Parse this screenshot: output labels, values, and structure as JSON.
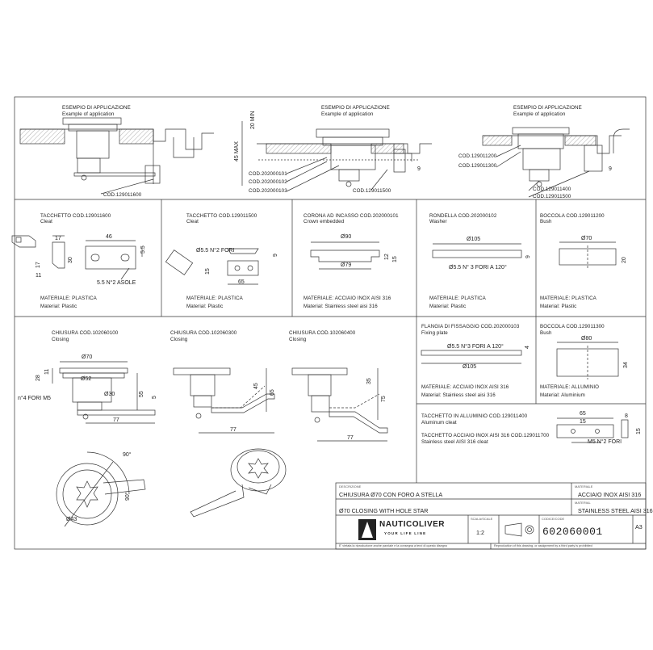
{
  "application": [
    {
      "title": "ESEMPIO DI APPLICAZIONE",
      "subtitle": "Example of application",
      "code": "COD.129011600"
    },
    {
      "title": "ESEMPIO DI APPLICAZIONE",
      "subtitle": "Example of application",
      "dim_min": "20 MIN",
      "dim_max": "45 MAX",
      "dim_9": "9",
      "codes": [
        "COD.202000101",
        "COD.202000102",
        "COD.202000103",
        "COD.129011500"
      ]
    },
    {
      "title": "ESEMPIO DI APPLICAZIONE",
      "subtitle": "Example of application",
      "dim_9": "9",
      "codes": [
        "COD.129011200",
        "COD.129011300",
        "COD.129011400",
        "COD.129011500"
      ]
    }
  ],
  "parts": {
    "cleat_600": {
      "title": "TACCHETTO COD.129011600",
      "subtitle": "Cleat",
      "dims": {
        "d17": "17",
        "d46": "46",
        "d55": "5.5",
        "d30": "30",
        "d17b": "17",
        "d11": "11"
      },
      "note": "5.5 N°2 ASOLE",
      "mat_it": "MATERIALE: PLASTICA",
      "mat_en": "Material: Plastic"
    },
    "cleat_500": {
      "title": "TACCHETTO COD.129011500",
      "subtitle": "Cleat",
      "dims": {
        "d9": "9",
        "d15": "15",
        "d65": "65"
      },
      "note": "Ø5.5  N°2  FORI",
      "mat_it": "MATERIALE: PLASTICA",
      "mat_en": "Material: Plastic"
    },
    "crown": {
      "title": "CORONA AD INCASSO COD.202000101",
      "subtitle": "Crown embedded",
      "dims": {
        "d90": "Ø90",
        "d79": "Ø79",
        "d12": "12",
        "d15": "15"
      },
      "mat_it": "MATERIALE: ACCIAIO INOX AISI 316",
      "mat_en": "Material: Stainless steel aisi 316"
    },
    "washer": {
      "title": "RONDELLA COD.202000102",
      "subtitle": "Washer",
      "dims": {
        "d105": "Ø105",
        "d9": "9"
      },
      "note": "Ø5.5  N° 3 FORI A 120°",
      "mat_it": "MATERIALE: PLASTICA",
      "mat_en": "Material: Plastic"
    },
    "bush_200": {
      "title": "BOCCOLA COD.129011200",
      "subtitle": "Bush",
      "dims": {
        "d70": "Ø70",
        "d20": "20"
      },
      "mat_it": "MATERIALE: PLASTICA",
      "mat_en": "Material: Plastic"
    },
    "closing_100": {
      "title": "CHIUSURA COD.102060100",
      "subtitle": "Closing",
      "dims": {
        "d70": "Ø70",
        "d52": "Ø52",
        "d30": "Ø30",
        "d28": "28",
        "d11": "11",
        "d55": "55",
        "d5": "5",
        "d77": "77"
      },
      "note": "n°4 FORI M5"
    },
    "closing_300": {
      "title": "CHIUSURA COD.102060300",
      "subtitle": "Closing",
      "dims": {
        "d45": "45",
        "d65": "65",
        "d77": "77"
      }
    },
    "closing_400": {
      "title": "CHIUSURA COD.102060400",
      "subtitle": "Closing",
      "dims": {
        "d35": "35",
        "d75": "75",
        "d77": "77"
      }
    },
    "flange": {
      "title": "FLANGIA DI FISSAGGIO COD.202000103",
      "subtitle": "Fixing plate",
      "dims": {
        "d105": "Ø105",
        "d4": "4"
      },
      "note": "Ø5.5  N°3  FORI  A  120°",
      "mat_it": "MATERIALE: ACCIAIO INOX AISI 316",
      "mat_en": "Material: Stainless steel aisi 316"
    },
    "bush_300": {
      "title": "BOCCOLA COD.129011300",
      "subtitle": "Bush",
      "dims": {
        "d80": "Ø80",
        "d34": "34"
      },
      "mat_it": "MATERIALE: ALLUMINIO",
      "mat_en": "Material: Aluminium"
    },
    "cleats_alu": {
      "title1": "TACCHETTO IN ALLUMINIO COD.129011400",
      "sub1": "Aluminum cleat",
      "title2": "TACCHETTO ACCIAIO INOX AISI 316 COD.129011700",
      "sub2": "Stainless steel AISI 316 cleat",
      "dims": {
        "d65": "65",
        "d15": "15",
        "d8": "8",
        "d15b": "15"
      },
      "note": "M5  N°2  FORI"
    },
    "views": {
      "d90a": "90°",
      "d90b": "90°",
      "d43": "Ø43"
    }
  },
  "title_block": {
    "desc_cap": "DESCRIZIONE",
    "desc_it": "CHIUSURA Ø70 CON FORO A STELLA",
    "desc_en": "Ø70 CLOSING WITH HOLE STAR",
    "mat_cap": "MATERIALE",
    "mat_it": "ACCIAIO INOX AISI 316",
    "mat_en_cap": "MATERIAL",
    "mat_en": "STAINLESS STEEL AISI 316",
    "brand": "NAUTICOLIVER",
    "tagline": "YOUR LIFE LINE",
    "scale_cap": "SCALA/SCALE",
    "scale": "1:2",
    "code_cap": "CODICE/CODE",
    "code": "602060001",
    "sheet": "A3",
    "footer_it": "E' vietata la riproduzione anche parziale e la consegna a terzi di questo disegno",
    "footer_en": "Reproduction of this drawing, or assignment by a third party is prohibited"
  },
  "colors": {
    "ink": "#333333",
    "hatch": "#666666",
    "sheet": "#ffffff"
  }
}
